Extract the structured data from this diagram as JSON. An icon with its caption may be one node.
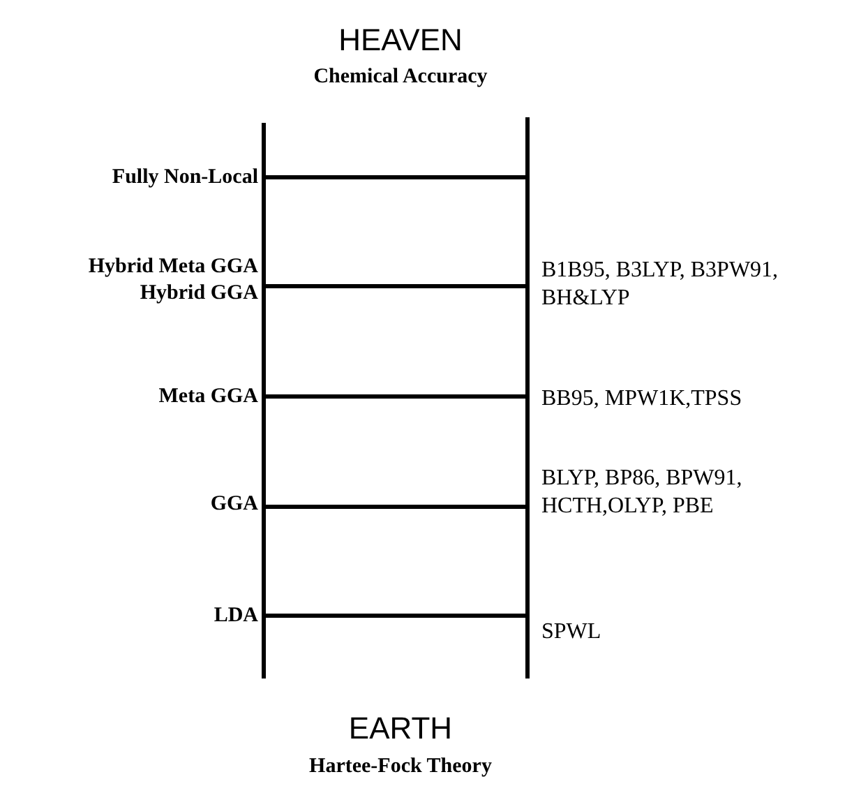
{
  "diagram": {
    "labels": [
      "HEAVEN",
      "Chemical Accuracy",
      "Fully Non-Local",
      "Hybrid Meta GGA",
      "Hybrid GGA",
      "B1B95, B3LYP, B3PW91, BH&LYP",
      "Meta GGA",
      "BB95, MPW1K,TPSS",
      "GGA",
      "BLYP, BP86, BPW91, HCTH,OLYP, PBE",
      "LDA",
      "SPWL",
      "EARTH",
      "Hartee-Fock Theory"
    ]
  }
}
